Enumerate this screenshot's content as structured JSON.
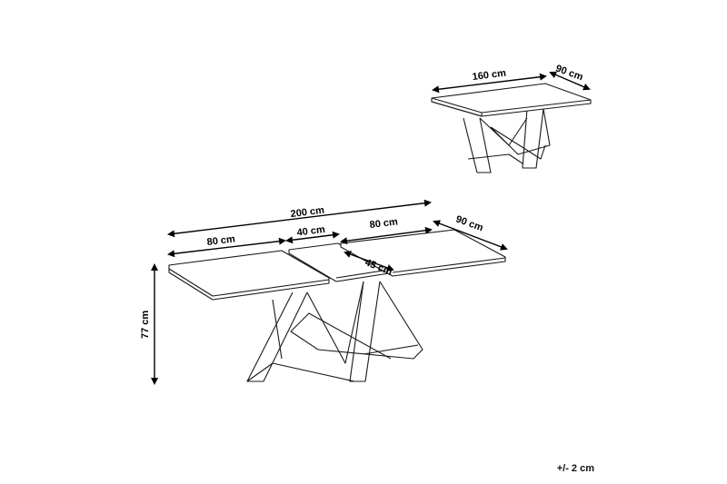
{
  "small_table": {
    "length": "160 cm",
    "depth": "90 cm"
  },
  "large_table": {
    "total_length": "200 cm",
    "left_leaf": "80 cm",
    "middle_leaf": "40 cm",
    "right_leaf": "80 cm",
    "depth": "90 cm",
    "extension_depth": "45 cm",
    "height": "77 cm"
  },
  "tolerance": "+/- 2 cm"
}
